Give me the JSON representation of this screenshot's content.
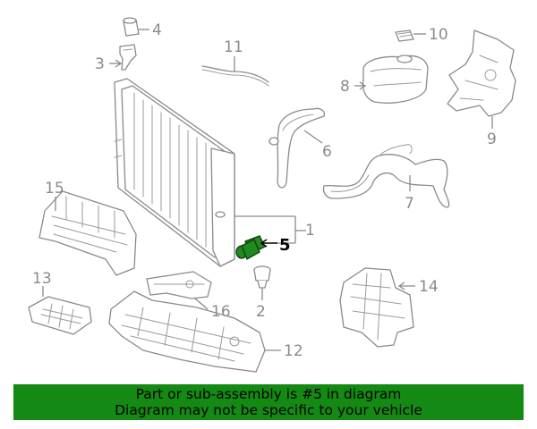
{
  "diagram": {
    "callouts": {
      "c1": "1",
      "c2": "2",
      "c3": "3",
      "c4": "4",
      "c5": "5",
      "c6": "6",
      "c7": "7",
      "c8": "8",
      "c9": "9",
      "c10": "10",
      "c11": "11",
      "c12": "12",
      "c13": "13",
      "c14": "14",
      "c15": "15",
      "c16": "16"
    },
    "highlight_part": "5",
    "colors": {
      "highlight": "#1f8a1f",
      "line": "#8a8a8a",
      "banner": "#148a14"
    }
  },
  "banner": {
    "line1": "Part or sub-assembly is #5 in diagram",
    "line2": "Diagram may not be specific to your vehicle"
  }
}
